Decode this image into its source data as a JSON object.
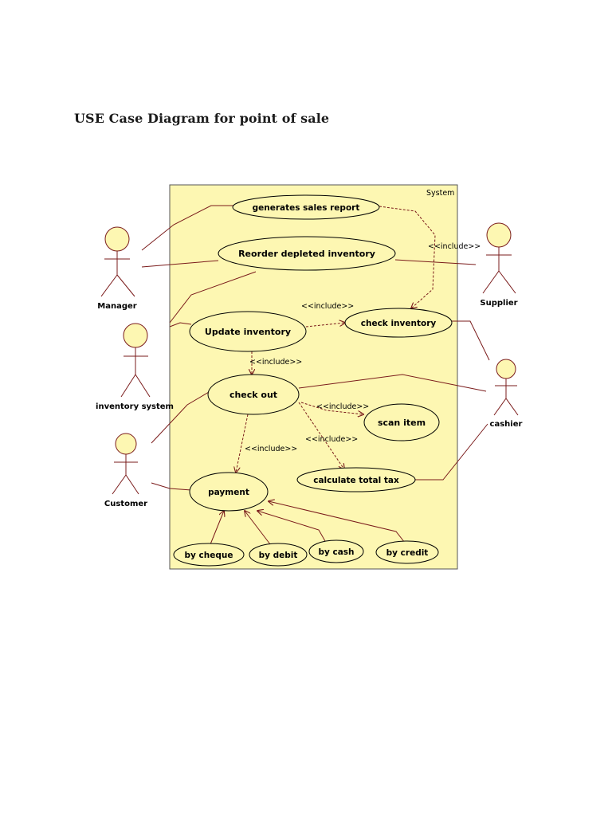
{
  "page": {
    "title": "USE Case Diagram for point of sale"
  },
  "diagram": {
    "system_label": "System",
    "colors": {
      "background": "#fdf7b2",
      "ellipse_fill": "#fdf7b2",
      "line": "#7a1b1b",
      "outline": "#000000"
    },
    "actors": {
      "manager": "Manager",
      "inventory_system": "inventory system",
      "customer": "Customer",
      "supplier": "Supplier",
      "cashier": "cashier"
    },
    "use_cases": {
      "generates_sales_report": "generates sales report",
      "reorder_depleted_inventory": "Reorder depleted inventory",
      "update_inventory": "Update inventory",
      "check_inventory": "check inventory",
      "check_out": "check out",
      "scan_item": "scan item",
      "payment": "payment",
      "calculate_total_tax": "calculate total tax",
      "by_cheque": "by cheque",
      "by_debit": "by debit",
      "by_cash": "by cash",
      "by_credit": "by credit"
    },
    "relations": {
      "include": "<<include>>"
    }
  }
}
